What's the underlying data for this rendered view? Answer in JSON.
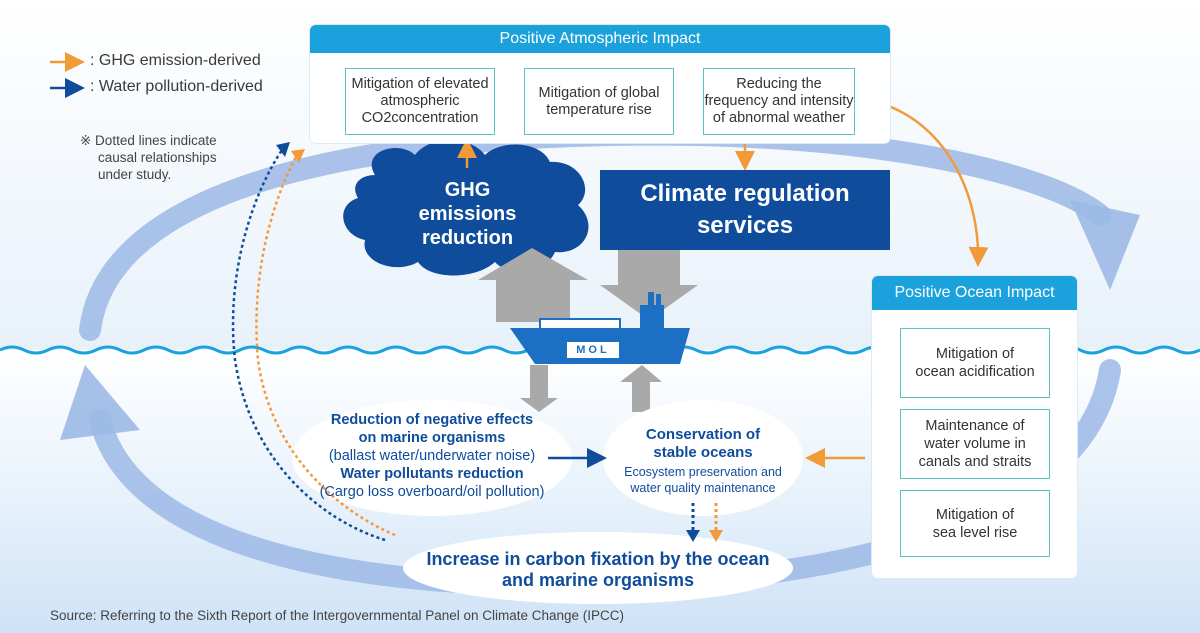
{
  "legend": {
    "ghg_label": ": GHG emission-derived",
    "water_label": ": Water pollution-derived",
    "ghg_color": "#f29a38",
    "water_color": "#0f4c9c"
  },
  "note": {
    "line1": "※ Dotted lines indicate",
    "line2": "causal relationships",
    "line3": "under study."
  },
  "atmospheric": {
    "title": "Positive Atmospheric Impact",
    "boxes": [
      "Mitigation of elevated atmospheric CO2concentration",
      "Mitigation of global temperature rise",
      "Reducing the frequency and intensity of abnormal weather"
    ]
  },
  "ghg_cloud": {
    "line1": "GHG",
    "line2": "emissions",
    "line3": "reduction"
  },
  "climate": {
    "line1": "Climate regulation",
    "line2": "services"
  },
  "ship": {
    "logo": "MOL"
  },
  "ocean_impact": {
    "title": "Positive Ocean Impact",
    "boxes": [
      "Mitigation of ocean acidification",
      "Maintenance of water volume in canals and straits",
      "Mitigation of sea level rise"
    ]
  },
  "reduction": {
    "title1": "Reduction of negative effects",
    "title2": "on marine organisms",
    "sub1": "(ballast water/underwater noise)",
    "title3": "Water pollutants reduction",
    "sub2": "(Cargo loss overboard/oil pollution)"
  },
  "conservation": {
    "title1": "Conservation of",
    "title2": "stable oceans",
    "sub1": "Ecosystem preservation and",
    "sub2": "water quality maintenance"
  },
  "carbon": {
    "line1": "Increase in carbon fixation by the ocean",
    "line2": "and marine organisms"
  },
  "source": "Source: Referring to the Sixth Report of the Intergovernmental Panel on Climate Change (IPCC)",
  "colors": {
    "accent_blue": "#1ba2dc",
    "dark_blue": "#0f4c9c",
    "teal_border": "#5cc3c3",
    "orange": "#f29a38",
    "cycle_blue": "#9cb9e6"
  }
}
